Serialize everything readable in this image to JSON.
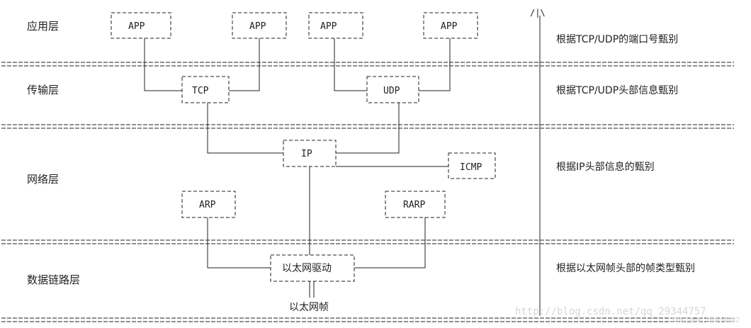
{
  "layers": {
    "app": "应用层",
    "transport": "传输层",
    "network": "网络层",
    "link": "数据链路层"
  },
  "nodes": {
    "app1": "APP",
    "app2": "APP",
    "app3": "APP",
    "app4": "APP",
    "tcp": "TCP",
    "udp": "UDP",
    "ip": "IP",
    "icmp": "ICMP",
    "arp": "ARP",
    "rarp": "RARP",
    "eth_driver": "以太网驱动",
    "eth_frame": "以太网帧"
  },
  "descriptions": {
    "app": "根据TCP/UDP的端口号甄别",
    "transport": "根据TCP/UDP头部信息甄别",
    "network": "根据IP头部信息的甄别",
    "link": "根据以太网帧头部的帧类型甄别"
  },
  "arrow_mark": "/|\\",
  "watermark": "http://blog.csdn.net/qq_29344757",
  "watermark_small": "CSDN @m0_38000002",
  "colors": {
    "ink": "#222222",
    "background": "#ffffff",
    "watermark": "#d6d6d6"
  }
}
